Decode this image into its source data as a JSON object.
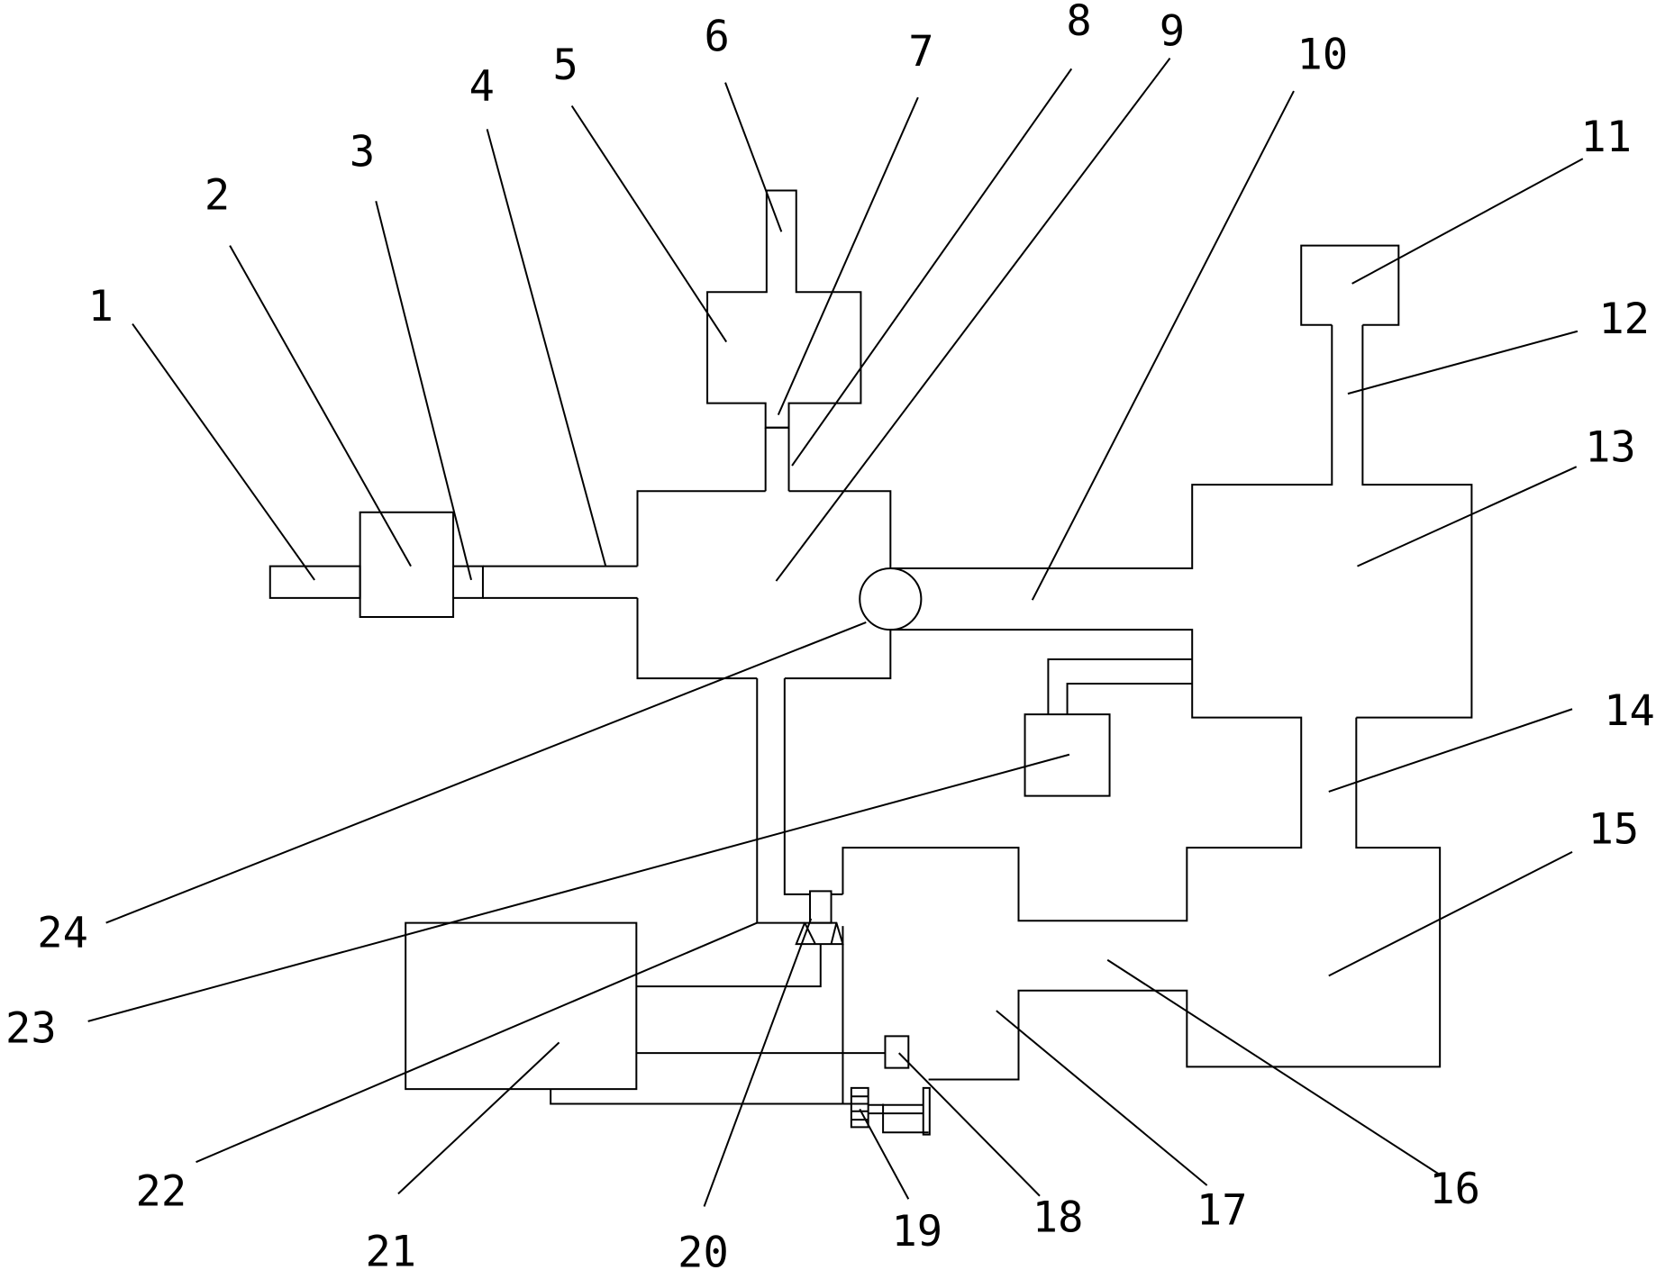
{
  "diagram": {
    "labels": [
      "1",
      "2",
      "3",
      "4",
      "5",
      "6",
      "7",
      "8",
      "9",
      "10",
      "11",
      "12",
      "13",
      "14",
      "15",
      "16",
      "17",
      "18",
      "19",
      "20",
      "21",
      "22",
      "23",
      "24"
    ],
    "line_color": "#000000",
    "background": "#ffffff"
  }
}
